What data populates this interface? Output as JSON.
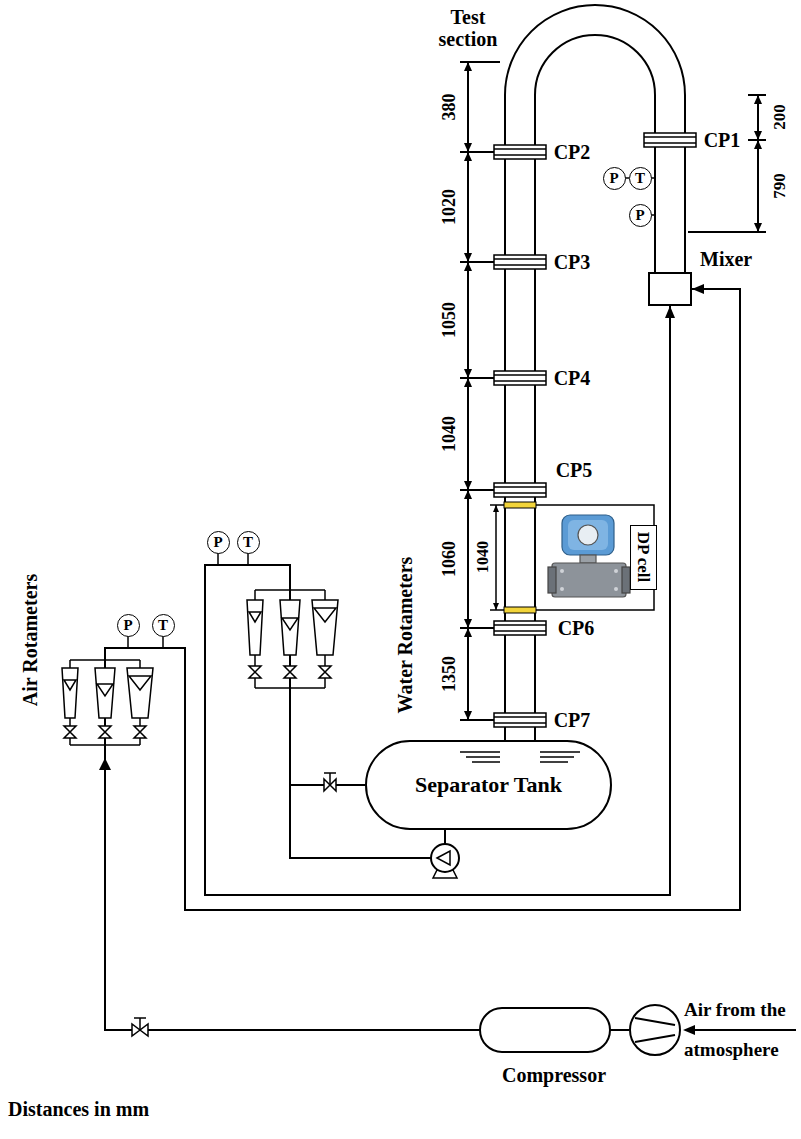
{
  "diagram": {
    "nodes": [
      {
        "text": [
          "P"
        ]
      },
      {
        "text": [
          "T"
        ]
      },
      {
        "text": [
          "P"
        ]
      },
      {
        "text": [
          "Mixer"
        ]
      },
      {
        "text": [
          "DP cell"
        ]
      },
      {
        "text": [
          "P"
        ]
      },
      {
        "text": [
          "T"
        ]
      },
      {
        "text": [
          "P"
        ]
      },
      {
        "text": [
          "T"
        ]
      },
      {
        "text": [
          "Separator Tank"
        ]
      },
      {
        "text": [
          "Compressor"
        ]
      }
    ],
    "edges": [
      {
        "from": 10,
        "to": 3,
        "arrow": "to"
      },
      {
        "from": 9,
        "to": 3,
        "arrow": "to"
      },
      {
        "from": 3,
        "to": 9,
        "arrow": "none"
      }
    ],
    "labels": [
      "Test section",
      "380",
      "CP1",
      "200",
      "CP2",
      "790",
      "1020",
      "CP3",
      "1050",
      "CP4",
      "1040",
      "CP5",
      "1060",
      "1040",
      "CP6",
      "1350",
      "CP7",
      "Air Rotameters",
      "Water Rotameters",
      "Air from the atmosphere",
      "Distances in mm"
    ]
  }
}
